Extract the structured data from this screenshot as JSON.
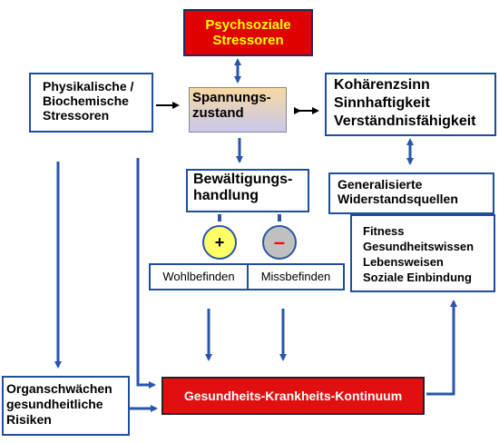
{
  "psychosoziale": "Psychsoziale\nStressoren",
  "physikalische": "Physikalische /\nBiochemische\nStressoren",
  "spannung": "Spannungs-\nzustand",
  "kohaerenz": "Kohärenzsinn\nSinnhaftigkeit\nVerständnisfähigkeit",
  "bewaeltigung": "Bewältigungs-\nhandlung",
  "generalisierte": "Generalisierte\nWiderstandsquellen",
  "ressourcen": "Fitness\nGesundheitswissen\nLebensweisen\nSoziale Einbindung",
  "plus": "+",
  "minus": "–",
  "wohlbefinden": "Wohlbefinden",
  "missbefinden": "Missbefinden",
  "organschwaechen": "Organschwächen\ngesundheitliche\nRisiken",
  "kontinuum": "Gesundheits-Krankheits-Kontinuum",
  "colors": {
    "arrow": "#2a55a8",
    "box_border": "#1f4e9c",
    "red_fill": "#e00000",
    "red_text": "#ffff00",
    "kontinuum_fill": "#e01010",
    "spannung_gradient_top": "#f7d8a0",
    "spannung_gradient_bottom": "#c9c8ef",
    "plus_fill": "#ffff66",
    "minus_fill": "#c0c0c0",
    "minus_sign": "#ff0000"
  }
}
